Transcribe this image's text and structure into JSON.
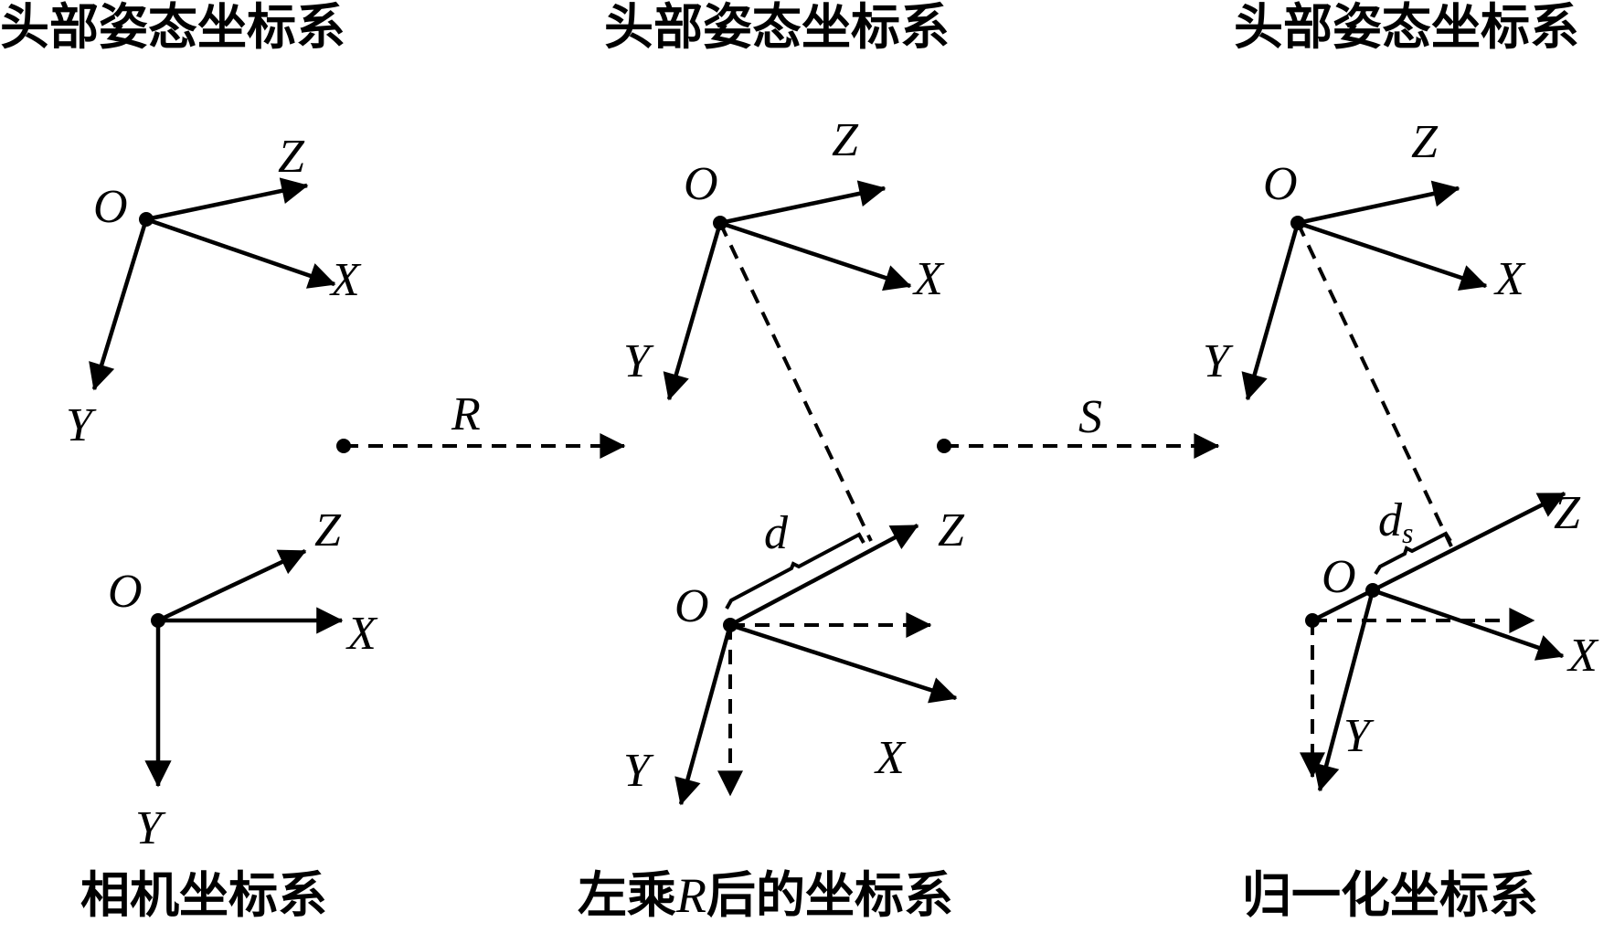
{
  "titles": {
    "top_left": "头部姿态坐标系",
    "top_middle": "头部姿态坐标系",
    "top_right": "头部姿态坐标系",
    "bottom_left": "相机坐标系",
    "bottom_middle_pre": "左乘",
    "bottom_middle_var": "R",
    "bottom_middle_post": "后的坐标系",
    "bottom_right": "归一化坐标系"
  },
  "axis_labels": {
    "origin": "O",
    "x": "X",
    "y": "Y",
    "z": "Z"
  },
  "transforms": {
    "rotation": "R",
    "scale": "S"
  },
  "distances": {
    "d": "d",
    "ds_main": "d",
    "ds_sub": "s"
  }
}
